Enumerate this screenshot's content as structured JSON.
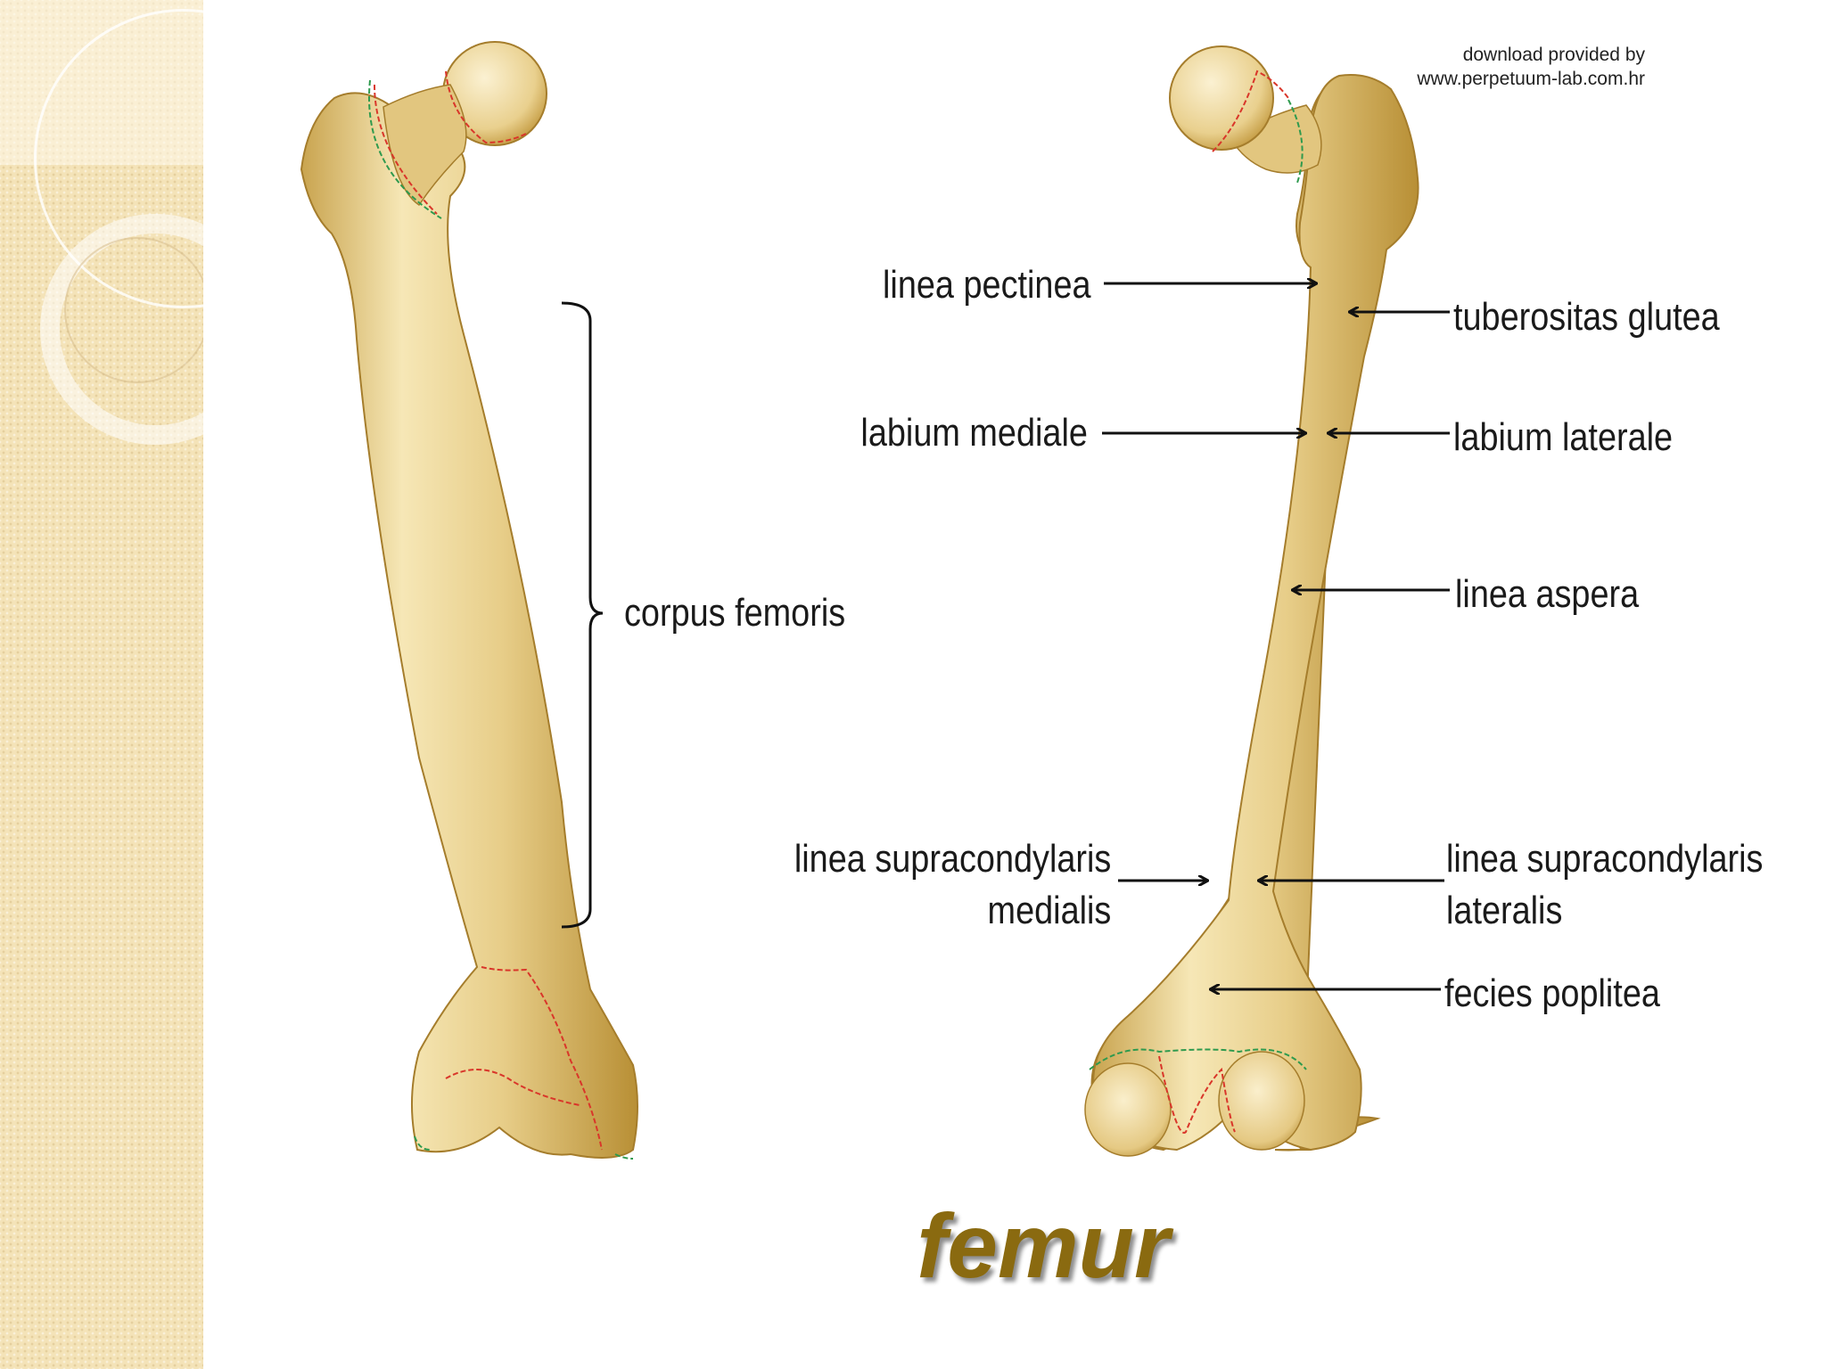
{
  "credit": {
    "line1": "download provided by",
    "line2": "www.perpetuum-lab.com.hr"
  },
  "title": "femur",
  "labels": {
    "corpus_femoris": "corpus femoris",
    "linea_pectinea": "linea pectinea",
    "tuberositas_glutea": "tuberositas glutea",
    "labium_mediale": "labium mediale",
    "labium_laterale": "labium laterale",
    "linea_aspera": "linea aspera",
    "linea_supracondylaris_medialis": [
      "linea supracondylaris",
      "medialis"
    ],
    "linea_supracondylaris_lateralis": [
      "linea supracondylaris",
      "lateralis"
    ],
    "fecies_poplitea": "fecies poplitea"
  },
  "colors": {
    "bone_fill": "#e9d08e",
    "bone_highlight": "#f8ecc4",
    "bone_shadow": "#b88f35",
    "capsule_red": "#d9362a",
    "capsule_green": "#2f9a4e",
    "title_color": "#8a6a10",
    "sidebar_base": "#f4e3b8"
  }
}
